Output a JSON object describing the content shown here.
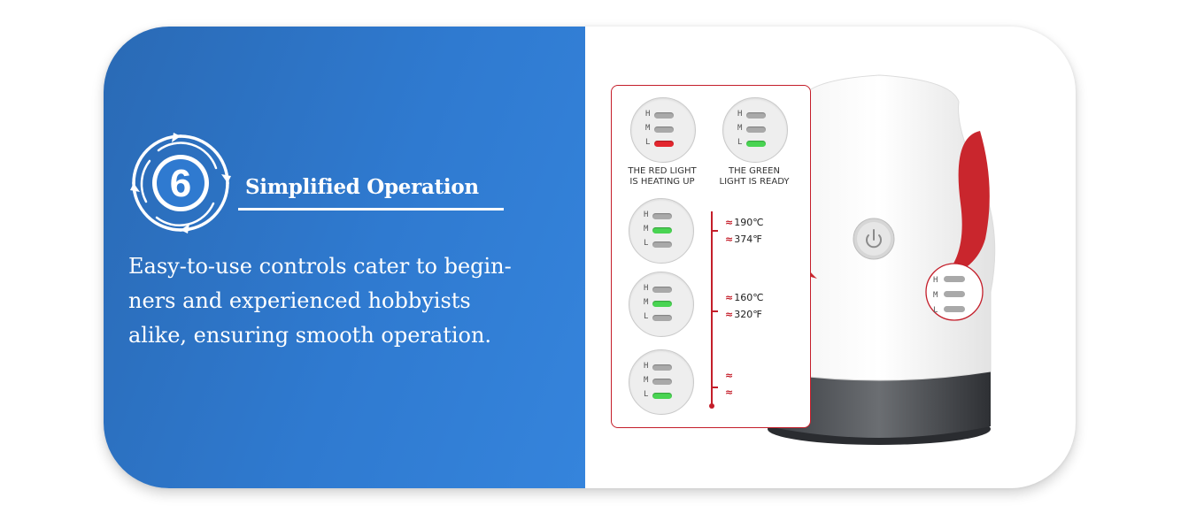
{
  "step_number": "6",
  "title": "Simplified Operation",
  "description_lines": [
    "Easy-to-use controls cater to begin-",
    "ners and experienced hobbyists",
    "alike, ensuring smooth operation."
  ],
  "indicator_letters": {
    "h": "H",
    "m": "M",
    "l": "L"
  },
  "states": [
    {
      "caption_line1": "THE RED LIGHT",
      "caption_line2": "IS HEATING UP",
      "active": "L",
      "color": "#e3262e"
    },
    {
      "caption_line1": "THE GREEN",
      "caption_line2": "LIGHT IS READY",
      "active": "L",
      "color": "#49d452"
    }
  ],
  "levels": [
    {
      "active": "M",
      "temp_c": "190℃",
      "temp_f": "374℉"
    },
    {
      "active": "M",
      "temp_c": "160℃",
      "temp_f": "320℉"
    },
    {
      "active": "L",
      "temp_c": "",
      "temp_f": ""
    }
  ],
  "approx_symbol": "≈",
  "colors": {
    "brand_blue": "#2f7ad0",
    "accent_red": "#c41e2a",
    "ready_green": "#49d452"
  }
}
